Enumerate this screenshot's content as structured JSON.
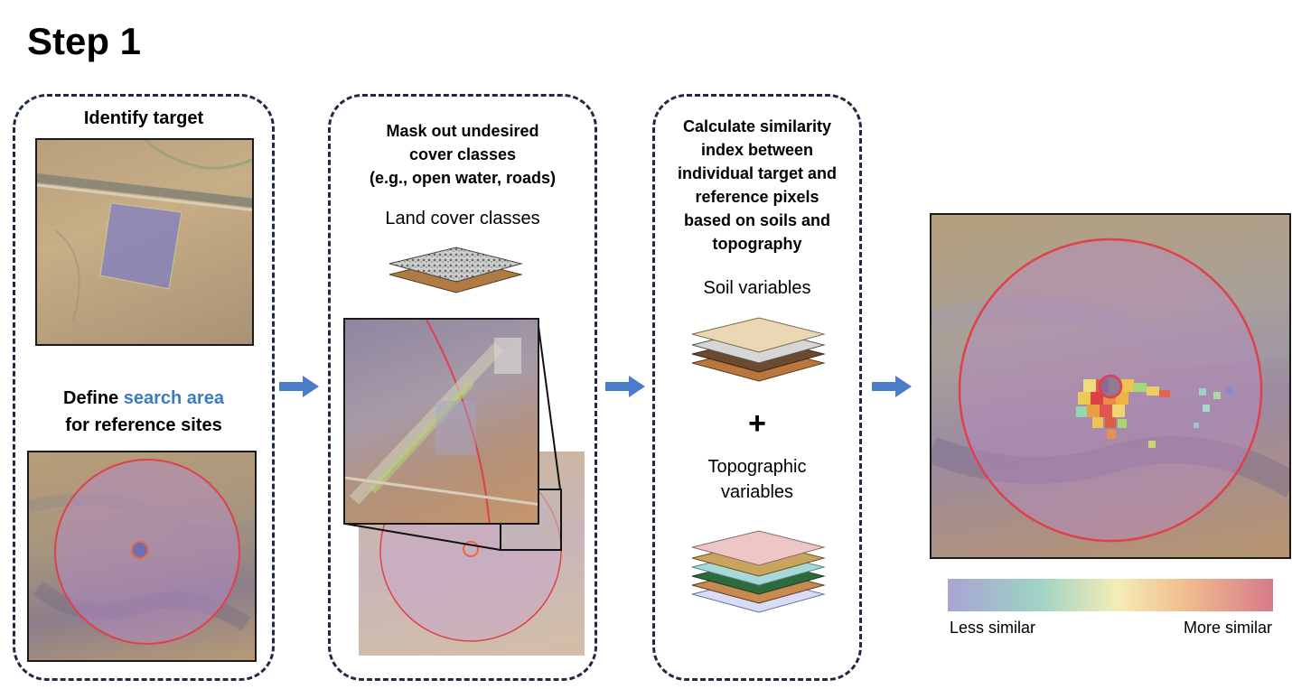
{
  "title": "Step 1",
  "panel1": {
    "heading": "Identify target",
    "define_prefix": "Define ",
    "define_highlight": "search area",
    "define_suffix": "for reference sites"
  },
  "panel2": {
    "heading_line1": "Mask out undesired",
    "heading_line2": "cover classes",
    "heading_line3": "(e.g., open water, roads)",
    "layer_label": "Land cover classes"
  },
  "panel3": {
    "heading_line1": "Calculate similarity",
    "heading_line2": "index between",
    "heading_line3": "individual target and",
    "heading_line4": "reference pixels",
    "heading_line5": "based on soils and",
    "heading_line6": "topography",
    "soil_label": "Soil variables",
    "plus": "+",
    "topo_line1": "Topographic",
    "topo_line2": "variables"
  },
  "legend": {
    "left": "Less similar",
    "right": "More similar"
  },
  "colors": {
    "panel_border": "#1f2a44",
    "arrow": "#4a7cc7",
    "highlight": "#3b7bbf",
    "circle": "#e0404a"
  }
}
